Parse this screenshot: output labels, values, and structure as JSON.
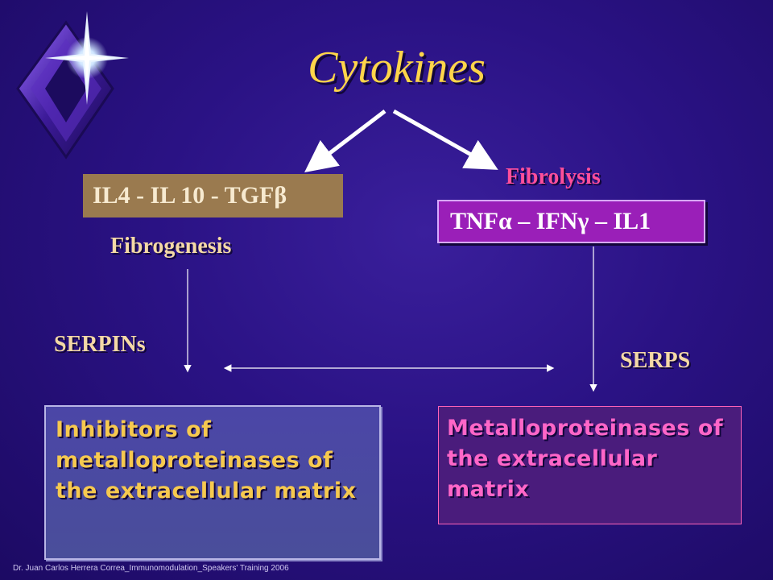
{
  "title": "Cytokines",
  "left_branch": {
    "cytokines": "IL4 - IL 10 - TGFβ",
    "process": "Fibrogenesis",
    "protein_class": "SERPINs",
    "result": "Inhibitors of metalloproteinases of the extracellular matrix"
  },
  "right_branch": {
    "cytokines": "TNFα – IFNγ – IL1",
    "process": "Fibrolysis",
    "protein_class": "SERPS",
    "result": "Metalloproteinases of the extracellular matrix"
  },
  "footer": "Dr. Juan Carlos Herrera Correa_Immunomodulation_Speakers' Training 2006",
  "colors": {
    "background": "#2a1284",
    "title": "#ffd54a",
    "left_box": "#9a7a4f",
    "right_box": "#9a1fb8",
    "left_result_text": "#f6c94f",
    "right_result_text": "#ff66c8"
  }
}
